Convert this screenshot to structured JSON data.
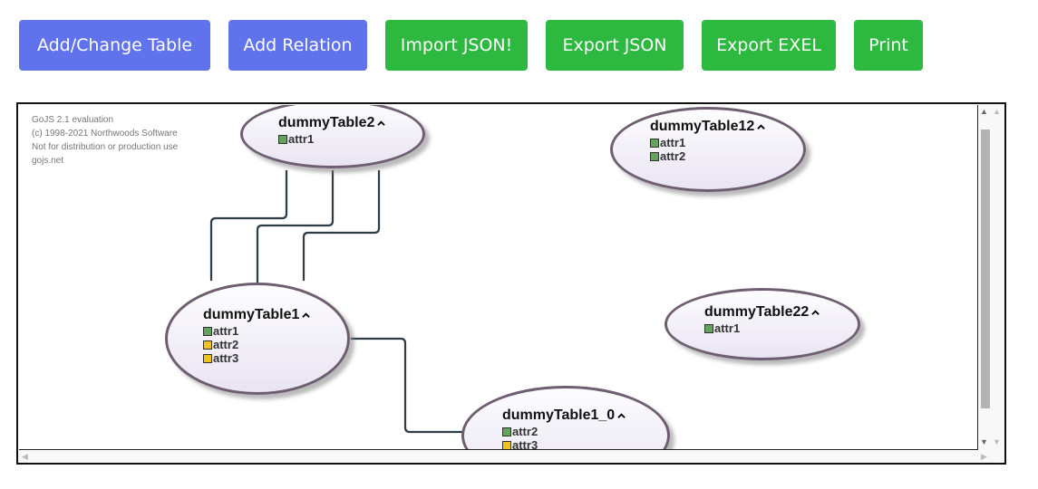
{
  "toolbar": {
    "add_table": "Add/Change Table",
    "add_relation": "Add Relation",
    "import_json": "Import JSON!",
    "export_json": "Export JSON",
    "export_excel": "Export EXEL",
    "print": "Print"
  },
  "colors": {
    "blue_button": "#6073ec",
    "green_button": "#2db83f",
    "node_border": "#6f5e72",
    "link": "#2f3b45",
    "attr_green": "#63a35c",
    "attr_yellow": "#f0c41e"
  },
  "watermark": {
    "line1": "GoJS 2.1 evaluation",
    "line2": "(c) 1998-2021 Northwoods Software",
    "line3": "Not for distribution or production use",
    "line4": "gojs.net"
  },
  "tables": {
    "t2": {
      "name": "dummyTable2",
      "attrs": [
        {
          "label": "attr1",
          "color": "green"
        }
      ]
    },
    "t12": {
      "name": "dummyTable12",
      "attrs": [
        {
          "label": "attr1",
          "color": "green"
        },
        {
          "label": "attr2",
          "color": "green"
        }
      ]
    },
    "t1": {
      "name": "dummyTable1",
      "attrs": [
        {
          "label": "attr1",
          "color": "green"
        },
        {
          "label": "attr2",
          "color": "yellow"
        },
        {
          "label": "attr3",
          "color": "yellow"
        }
      ]
    },
    "t22": {
      "name": "dummyTable22",
      "attrs": [
        {
          "label": "attr1",
          "color": "green"
        }
      ]
    },
    "t10": {
      "name": "dummyTable1_0",
      "attrs": [
        {
          "label": "attr2",
          "color": "green"
        },
        {
          "label": "attr3",
          "color": "yellow"
        }
      ]
    }
  }
}
